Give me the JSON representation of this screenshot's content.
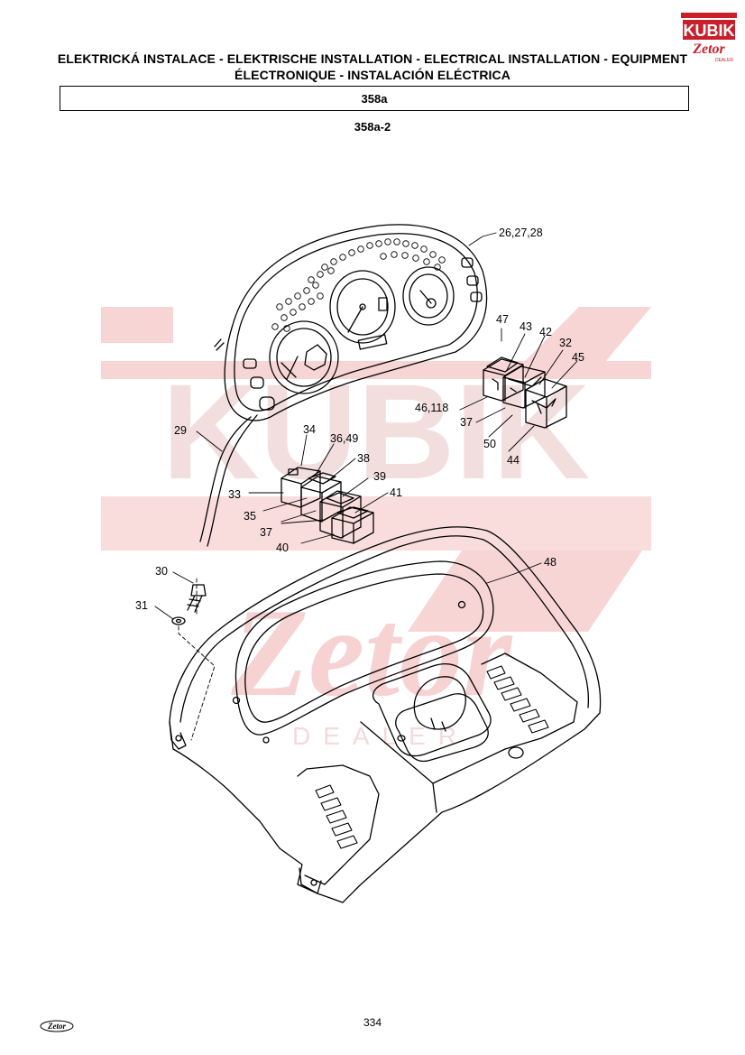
{
  "header": {
    "title_line1": "ELEKTRICKÁ INSTALACE - ELEKTRISCHE INSTALLATION - ELECTRICAL INSTALLATION - EQUIPMENT",
    "title_line2": "ÉLECTRONIQUE - INSTALACIÓN ELÉCTRICA",
    "section_code": "358a",
    "sub_code": "358a-2"
  },
  "logo": {
    "brand": "KUBIK",
    "sub_brand": "Zetor",
    "tagline": "DEALER"
  },
  "watermark": {
    "brand": "KUBIK",
    "sub_brand": "Zetor",
    "tagline": "DEALER",
    "color": "#f3c6c6"
  },
  "callouts": {
    "c26": "26,27,28",
    "c47": "47",
    "c43": "43",
    "c42": "42",
    "c32": "32",
    "c45": "45",
    "c46": "46,118",
    "c37a": "37",
    "c50": "50",
    "c44": "44",
    "c29": "29",
    "c34": "34",
    "c36": "36,49",
    "c38": "38",
    "c39": "39",
    "c33": "33",
    "c41": "41",
    "c35": "35",
    "c37b": "37",
    "c40": "40",
    "c30": "30",
    "c31": "31",
    "c48": "48"
  },
  "footer": {
    "logo": "Zetor",
    "page_number": "334"
  }
}
